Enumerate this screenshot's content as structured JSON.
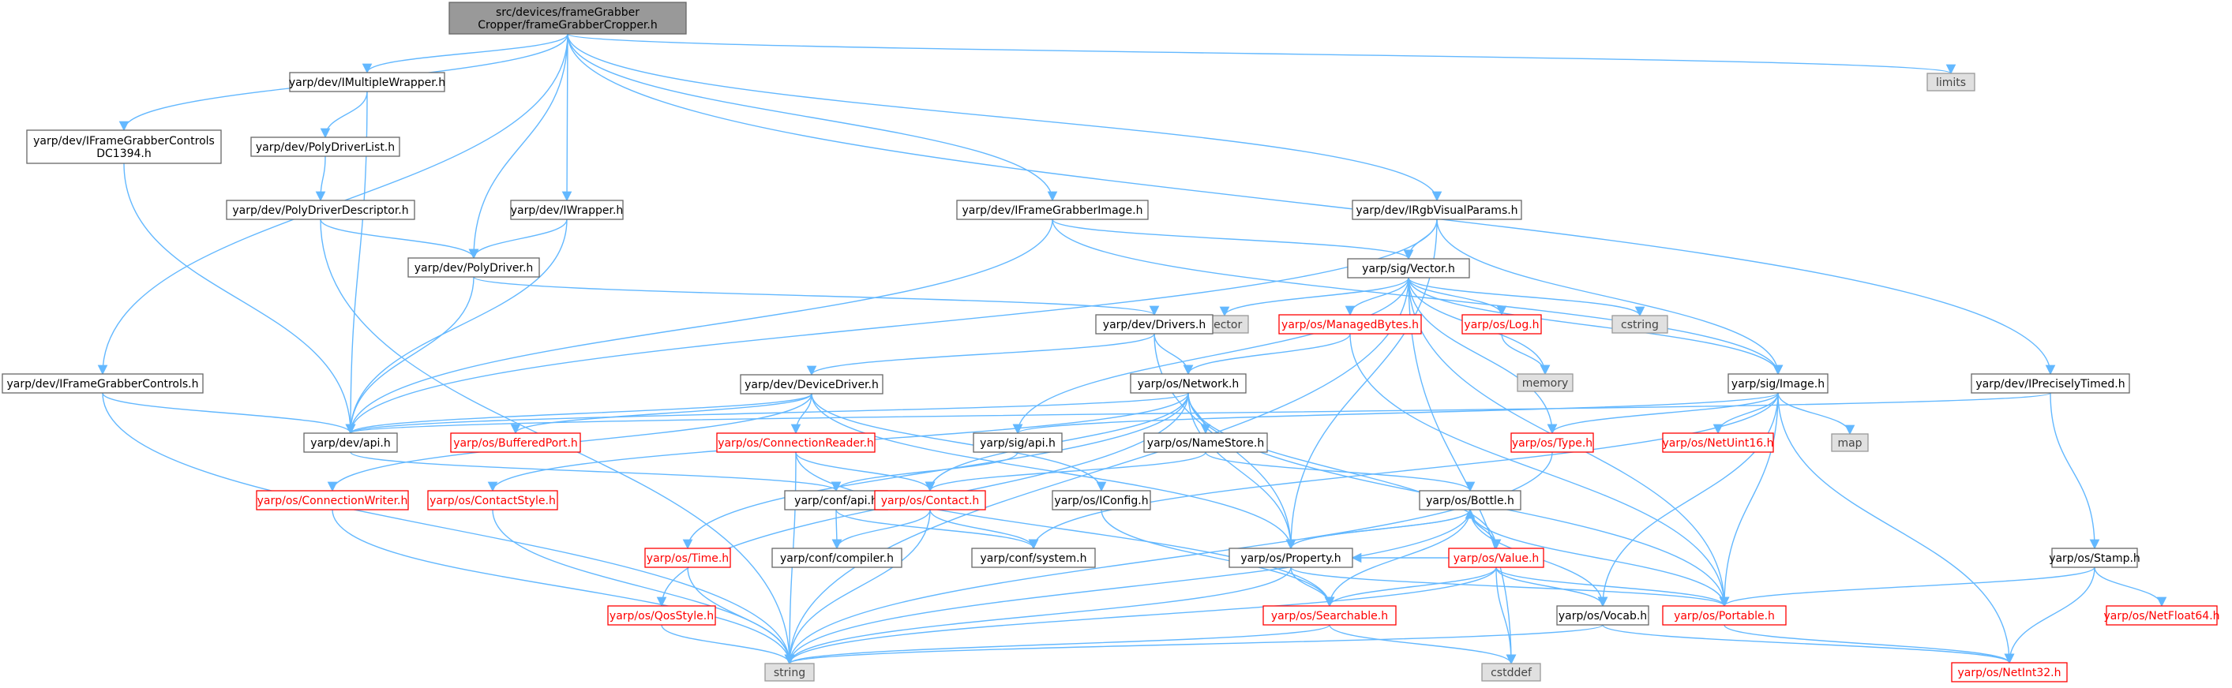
{
  "diagram": {
    "colors": {
      "edge": "#63b8ff",
      "root_fill": "#999999",
      "node_border": "#666666",
      "incomplete_border": "#ff0000",
      "external_fill": "#e0e0e0"
    },
    "nodes": [
      {
        "id": "root",
        "lines": [
          "src/devices/frameGrabber",
          "Cropper/frameGrabberCropper.h"
        ],
        "kind": "root"
      },
      {
        "id": "limits",
        "lines": [
          "limits"
        ],
        "kind": "external"
      },
      {
        "id": "imultiplewrapper",
        "lines": [
          "yarp/dev/IMultipleWrapper.h"
        ],
        "kind": "normal"
      },
      {
        "id": "iframegrabbercontrolsdc1394",
        "lines": [
          "yarp/dev/IFrameGrabberControls",
          "DC1394.h"
        ],
        "kind": "normal"
      },
      {
        "id": "polydriverlist",
        "lines": [
          "yarp/dev/PolyDriverList.h"
        ],
        "kind": "normal"
      },
      {
        "id": "polydriverdescriptor",
        "lines": [
          "yarp/dev/PolyDriverDescriptor.h"
        ],
        "kind": "normal"
      },
      {
        "id": "iwrapper",
        "lines": [
          "yarp/dev/IWrapper.h"
        ],
        "kind": "normal"
      },
      {
        "id": "iframegrabberimage",
        "lines": [
          "yarp/dev/IFrameGrabberImage.h"
        ],
        "kind": "normal"
      },
      {
        "id": "irgbvisualparams",
        "lines": [
          "yarp/dev/IRgbVisualParams.h"
        ],
        "kind": "normal"
      },
      {
        "id": "polydriver",
        "lines": [
          "yarp/dev/PolyDriver.h"
        ],
        "kind": "normal"
      },
      {
        "id": "sigvector",
        "lines": [
          "yarp/sig/Vector.h"
        ],
        "kind": "normal"
      },
      {
        "id": "vector",
        "lines": [
          "vector"
        ],
        "kind": "external"
      },
      {
        "id": "managedbytes",
        "lines": [
          "yarp/os/ManagedBytes.h"
        ],
        "kind": "hasdeps"
      },
      {
        "id": "oslog",
        "lines": [
          "yarp/os/Log.h"
        ],
        "kind": "hasdeps"
      },
      {
        "id": "cstring",
        "lines": [
          "cstring"
        ],
        "kind": "external"
      },
      {
        "id": "memory",
        "lines": [
          "memory"
        ],
        "kind": "external"
      },
      {
        "id": "drivers",
        "lines": [
          "yarp/dev/Drivers.h"
        ],
        "kind": "normal"
      },
      {
        "id": "iframegrabbercontrols",
        "lines": [
          "yarp/dev/IFrameGrabberControls.h"
        ],
        "kind": "normal"
      },
      {
        "id": "devicedriver",
        "lines": [
          "yarp/dev/DeviceDriver.h"
        ],
        "kind": "normal"
      },
      {
        "id": "network",
        "lines": [
          "yarp/os/Network.h"
        ],
        "kind": "normal"
      },
      {
        "id": "sigimage",
        "lines": [
          "yarp/sig/Image.h"
        ],
        "kind": "normal"
      },
      {
        "id": "ipreciselytimed",
        "lines": [
          "yarp/dev/IPreciselyTimed.h"
        ],
        "kind": "normal"
      },
      {
        "id": "devapi",
        "lines": [
          "yarp/dev/api.h"
        ],
        "kind": "normal"
      },
      {
        "id": "bufferedport",
        "lines": [
          "yarp/os/BufferedPort.h"
        ],
        "kind": "hasdeps"
      },
      {
        "id": "connectionreader",
        "lines": [
          "yarp/os/ConnectionReader.h"
        ],
        "kind": "hasdeps"
      },
      {
        "id": "sigapi",
        "lines": [
          "yarp/sig/api.h"
        ],
        "kind": "normal"
      },
      {
        "id": "namestore",
        "lines": [
          "yarp/os/NameStore.h"
        ],
        "kind": "normal"
      },
      {
        "id": "ostype",
        "lines": [
          "yarp/os/Type.h"
        ],
        "kind": "hasdeps"
      },
      {
        "id": "netuint16",
        "lines": [
          "yarp/os/NetUint16.h"
        ],
        "kind": "hasdeps"
      },
      {
        "id": "map",
        "lines": [
          "map"
        ],
        "kind": "external"
      },
      {
        "id": "connectionwriter",
        "lines": [
          "yarp/os/ConnectionWriter.h"
        ],
        "kind": "hasdeps"
      },
      {
        "id": "contactstyle",
        "lines": [
          "yarp/os/ContactStyle.h"
        ],
        "kind": "hasdeps"
      },
      {
        "id": "confapi",
        "lines": [
          "yarp/conf/api.h"
        ],
        "kind": "normal"
      },
      {
        "id": "contact",
        "lines": [
          "yarp/os/Contact.h"
        ],
        "kind": "hasdeps"
      },
      {
        "id": "iconfig",
        "lines": [
          "yarp/os/IConfig.h"
        ],
        "kind": "normal"
      },
      {
        "id": "bottle",
        "lines": [
          "yarp/os/Bottle.h"
        ],
        "kind": "normal"
      },
      {
        "id": "ostime",
        "lines": [
          "yarp/os/Time.h"
        ],
        "kind": "hasdeps"
      },
      {
        "id": "compiler",
        "lines": [
          "yarp/conf/compiler.h"
        ],
        "kind": "normal"
      },
      {
        "id": "system",
        "lines": [
          "yarp/conf/system.h"
        ],
        "kind": "normal"
      },
      {
        "id": "property",
        "lines": [
          "yarp/os/Property.h"
        ],
        "kind": "normal"
      },
      {
        "id": "osvalue",
        "lines": [
          "yarp/os/Value.h"
        ],
        "kind": "hasdeps"
      },
      {
        "id": "stamp",
        "lines": [
          "yarp/os/Stamp.h"
        ],
        "kind": "normal"
      },
      {
        "id": "qosstyle",
        "lines": [
          "yarp/os/QosStyle.h"
        ],
        "kind": "hasdeps"
      },
      {
        "id": "searchable",
        "lines": [
          "yarp/os/Searchable.h"
        ],
        "kind": "hasdeps"
      },
      {
        "id": "vocab",
        "lines": [
          "yarp/os/Vocab.h"
        ],
        "kind": "normal"
      },
      {
        "id": "portable",
        "lines": [
          "yarp/os/Portable.h"
        ],
        "kind": "hasdeps"
      },
      {
        "id": "netfloat64",
        "lines": [
          "yarp/os/NetFloat64.h"
        ],
        "kind": "hasdeps"
      },
      {
        "id": "string",
        "lines": [
          "string"
        ],
        "kind": "external"
      },
      {
        "id": "cstddef",
        "lines": [
          "cstddef"
        ],
        "kind": "external"
      },
      {
        "id": "netint32",
        "lines": [
          "yarp/os/NetInt32.h"
        ],
        "kind": "hasdeps"
      }
    ],
    "edges": [
      [
        "root",
        "limits"
      ],
      [
        "root",
        "imultiplewrapper"
      ],
      [
        "root",
        "iframegrabbercontrolsdc1394"
      ],
      [
        "root",
        "iframegrabbercontrols"
      ],
      [
        "root",
        "iwrapper"
      ],
      [
        "root",
        "polydriver"
      ],
      [
        "root",
        "iframegrabberimage"
      ],
      [
        "root",
        "irgbvisualparams"
      ],
      [
        "root",
        "ipreciselytimed"
      ],
      [
        "imultiplewrapper",
        "polydriverlist"
      ],
      [
        "imultiplewrapper",
        "devapi"
      ],
      [
        "polydriverlist",
        "polydriverdescriptor"
      ],
      [
        "polydriverdescriptor",
        "polydriver"
      ],
      [
        "polydriverdescriptor",
        "string"
      ],
      [
        "iframegrabbercontrolsdc1394",
        "devapi"
      ],
      [
        "iframegrabbercontrols",
        "devapi"
      ],
      [
        "iframegrabbercontrols",
        "string"
      ],
      [
        "iwrapper",
        "polydriver"
      ],
      [
        "iwrapper",
        "devapi"
      ],
      [
        "polydriver",
        "drivers"
      ],
      [
        "polydriver",
        "devapi"
      ],
      [
        "iframegrabberimage",
        "sigvector"
      ],
      [
        "iframegrabberimage",
        "sigimage"
      ],
      [
        "iframegrabberimage",
        "devapi"
      ],
      [
        "irgbvisualparams",
        "sigvector"
      ],
      [
        "irgbvisualparams",
        "sigimage"
      ],
      [
        "irgbvisualparams",
        "devapi"
      ],
      [
        "irgbvisualparams",
        "property"
      ],
      [
        "sigvector",
        "vector"
      ],
      [
        "sigvector",
        "managedbytes"
      ],
      [
        "sigvector",
        "oslog"
      ],
      [
        "sigvector",
        "cstring"
      ],
      [
        "sigvector",
        "memory"
      ],
      [
        "sigvector",
        "sigapi"
      ],
      [
        "sigvector",
        "ostype"
      ],
      [
        "sigvector",
        "portable"
      ],
      [
        "sigvector",
        "cstddef"
      ],
      [
        "sigvector",
        "string"
      ],
      [
        "sigvector",
        "sigimage"
      ],
      [
        "managedbytes",
        "network"
      ],
      [
        "managedbytes",
        "portable"
      ],
      [
        "oslog",
        "memory"
      ],
      [
        "drivers",
        "devicedriver"
      ],
      [
        "drivers",
        "network"
      ],
      [
        "drivers",
        "property"
      ],
      [
        "devicedriver",
        "devapi"
      ],
      [
        "devicedriver",
        "bufferedport"
      ],
      [
        "devicedriver",
        "connectionreader"
      ],
      [
        "devicedriver",
        "connectionwriter"
      ],
      [
        "devicedriver",
        "iconfig"
      ],
      [
        "devicedriver",
        "property"
      ],
      [
        "network",
        "devapi"
      ],
      [
        "network",
        "contactstyle"
      ],
      [
        "network",
        "namestore"
      ],
      [
        "network",
        "contact"
      ],
      [
        "network",
        "ostime"
      ],
      [
        "network",
        "qosstyle"
      ],
      [
        "network",
        "property"
      ],
      [
        "network",
        "portable"
      ],
      [
        "network",
        "osvalue"
      ],
      [
        "sigimage",
        "sigapi"
      ],
      [
        "sigimage",
        "ostype"
      ],
      [
        "sigimage",
        "netuint16"
      ],
      [
        "sigimage",
        "map"
      ],
      [
        "sigimage",
        "vocab"
      ],
      [
        "sigimage",
        "portable"
      ],
      [
        "sigimage",
        "netint32"
      ],
      [
        "sigimage",
        "system"
      ],
      [
        "ipreciselytimed",
        "stamp"
      ],
      [
        "ipreciselytimed",
        "devapi"
      ],
      [
        "devapi",
        "confapi"
      ],
      [
        "connectionreader",
        "contact"
      ],
      [
        "connectionreader",
        "searchable"
      ],
      [
        "connectionreader",
        "string"
      ],
      [
        "sigapi",
        "confapi"
      ],
      [
        "namestore",
        "contact"
      ],
      [
        "namestore",
        "bottle"
      ],
      [
        "ostype",
        "string"
      ],
      [
        "connectionwriter",
        "string"
      ],
      [
        "contactstyle",
        "string"
      ],
      [
        "confapi",
        "compiler"
      ],
      [
        "confapi",
        "system"
      ],
      [
        "contact",
        "compiler"
      ],
      [
        "contact",
        "system"
      ],
      [
        "contact",
        "string"
      ],
      [
        "iconfig",
        "searchable"
      ],
      [
        "bottle",
        "property"
      ],
      [
        "bottle",
        "osvalue"
      ],
      [
        "bottle",
        "searchable"
      ],
      [
        "bottle",
        "portable"
      ],
      [
        "bottle",
        "vocab"
      ],
      [
        "bottle",
        "string"
      ],
      [
        "ostime",
        "string"
      ],
      [
        "property",
        "searchable"
      ],
      [
        "property",
        "string"
      ],
      [
        "property",
        "bottle"
      ],
      [
        "property",
        "portable"
      ],
      [
        "osvalue",
        "bottle"
      ],
      [
        "osvalue",
        "searchable"
      ],
      [
        "osvalue",
        "vocab"
      ],
      [
        "osvalue",
        "portable"
      ],
      [
        "osvalue",
        "string"
      ],
      [
        "osvalue",
        "cstddef"
      ],
      [
        "osvalue",
        "property"
      ],
      [
        "stamp",
        "portable"
      ],
      [
        "stamp",
        "netint32"
      ],
      [
        "stamp",
        "netfloat64"
      ],
      [
        "qosstyle",
        "string"
      ],
      [
        "searchable",
        "string"
      ],
      [
        "searchable",
        "cstddef"
      ],
      [
        "vocab",
        "string"
      ],
      [
        "vocab",
        "netint32"
      ],
      [
        "portable",
        "netint32"
      ]
    ]
  }
}
